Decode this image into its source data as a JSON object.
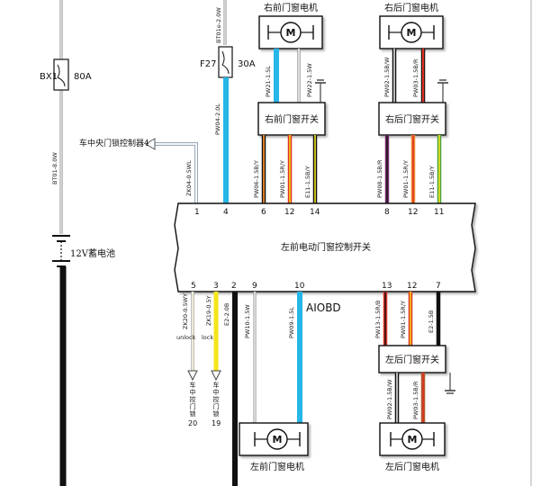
{
  "colors": {
    "blue": "#26b6e8",
    "red": "#dd3322",
    "orange": "#f08a2a",
    "yellow": "#f5e61a",
    "green": "#46a046",
    "purple": "#7a2f6f",
    "brown": "#b05a2c",
    "black": "#111111",
    "white_wire": "#ffffff",
    "watermark": "#6aa84f"
  },
  "fuses": {
    "bx1": {
      "label": "BX1",
      "rating": "80A"
    },
    "f27": {
      "label": "F27",
      "rating": "30A"
    }
  },
  "battery": {
    "label": "12V蓄电池"
  },
  "main_switch": {
    "label": "左前电动门窗控制开关"
  },
  "switches": {
    "rf": "右前门窗开关",
    "rr": "右后门窗开关",
    "lr": "左后门窗开关"
  },
  "motors": {
    "rf": "右前门窗电机",
    "rr": "右后门窗电机",
    "lf": "左前门窗电机",
    "lr": "左后门窗电机",
    "symbol": "M"
  },
  "central_lock_label": "车中央门锁控制器4",
  "lock_box_label": "车中控门锁控制器",
  "watermark": "AIOBD",
  "wires": {
    "bt01_80w": "BT01-8.0W",
    "bt01e_20w": "BT01e-2.0W",
    "pw04": "PW04-2.0L",
    "pw21": "PW21-1.5L",
    "pw22": "PW22-1.5W",
    "pw02_top": "PW02-1.5B/W",
    "pw03_top": "PW03-1.5B/R",
    "zk04": "ZK04-0.5WL",
    "pw06": "PW06-1.5B/Y",
    "pw01_rf": "PW01-1.5R/Y",
    "e11_rf": "E11-1.5B/Y",
    "pw08": "PW08-1.5B/R",
    "pw01_rr": "PW01-1.5R/Y",
    "e11_rr": "E11-1.5B/Y",
    "zk20": "ZK20-0.5WY",
    "zk19": "ZK19-0.5Y",
    "e2": "E2-2.0B",
    "pw10": "PW10-1.5W",
    "pw09": "PW09-1.5L",
    "pw13": "PW13-1.5R/B",
    "pw01_lr": "PW01-1.5R/Y",
    "e21": "E2-1.5B",
    "pw02_bot": "PW02-1.5B/W",
    "pw03_bot": "PW03-1.5B/R"
  },
  "pins_top": {
    "p1": "1",
    "p4": "4",
    "p6": "6",
    "p12a": "12",
    "p14": "14",
    "p8": "8",
    "p12b": "12",
    "p11": "11"
  },
  "pins_bottom": {
    "p5": "5",
    "p3": "3",
    "p2": "2",
    "p9": "9",
    "p10": "10",
    "p13": "13",
    "p12": "12",
    "p7": "7"
  },
  "lock_labels": {
    "unlock": "unlock",
    "lock": "lock",
    "n20": "20",
    "n19": "19"
  }
}
